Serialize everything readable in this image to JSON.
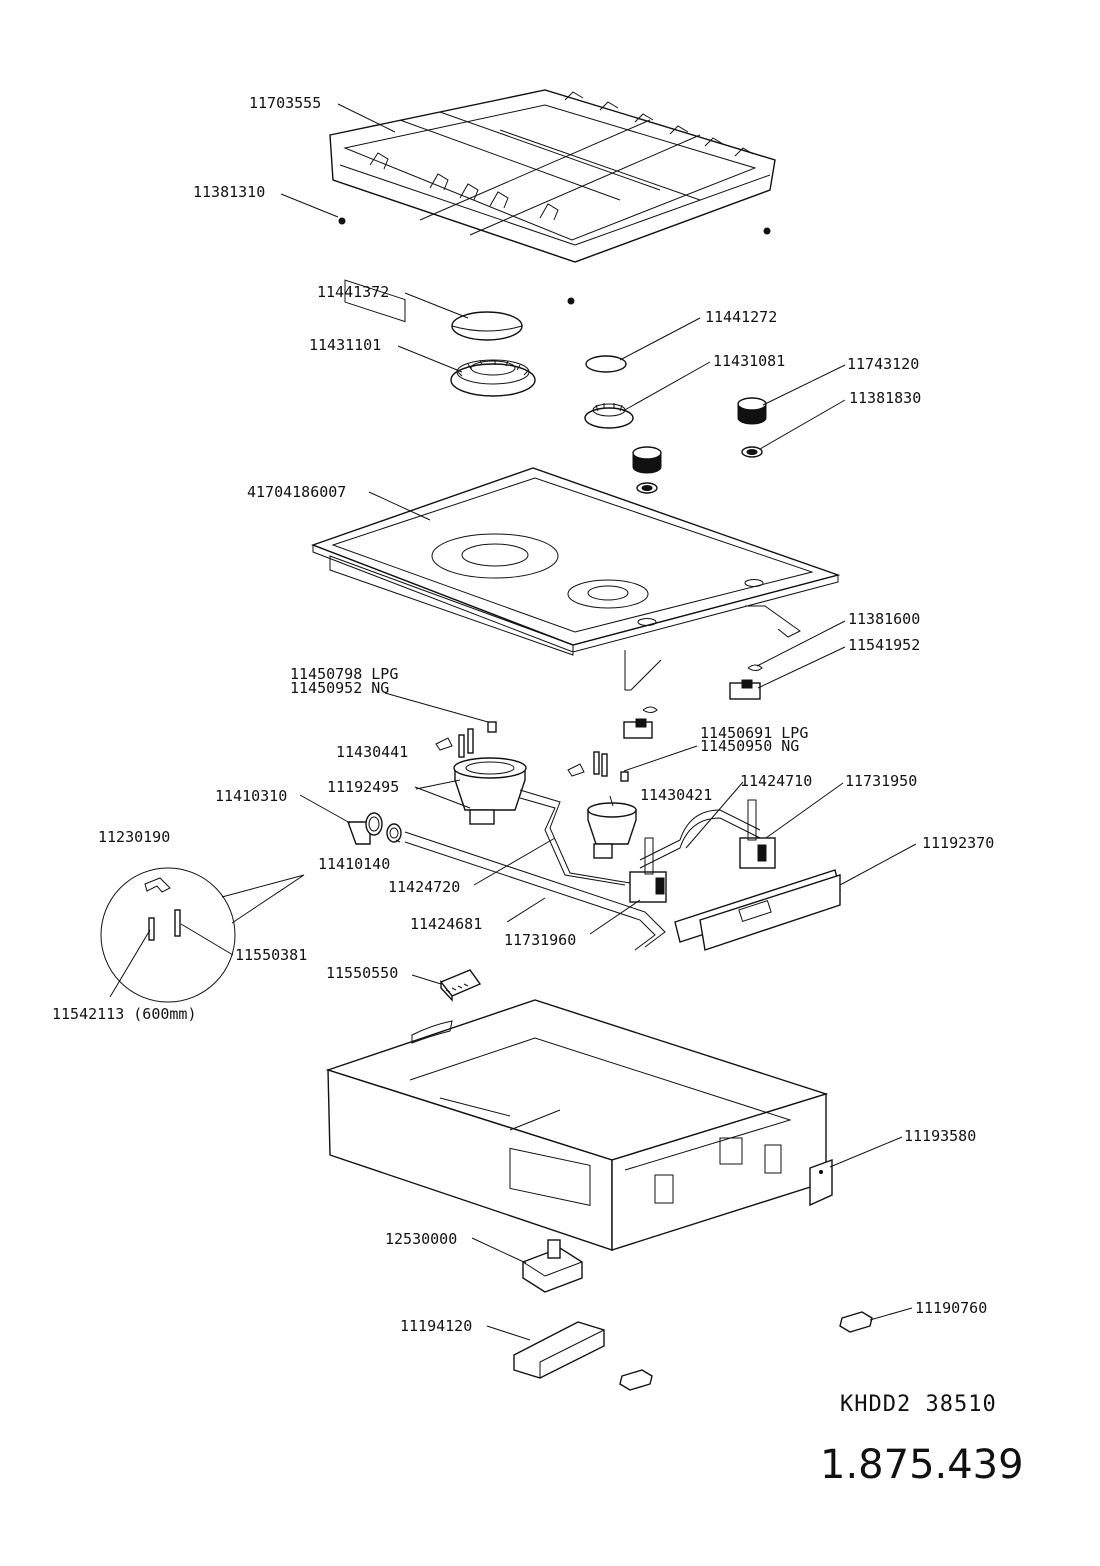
{
  "parts": {
    "p11703555": "11703555",
    "p11381310": "11381310",
    "p11441372": "11441372",
    "p11441272": "11441272",
    "p11431101": "11431101",
    "p11431081": "11431081",
    "p11743120": "11743120",
    "p11381830": "11381830",
    "p41704186007": "41704186007",
    "p11381600": "11381600",
    "p11541952": "11541952",
    "p11450798": "11450798 LPG",
    "p11450952": "11450952 NG",
    "p11450691": "11450691 LPG",
    "p11450950": "11450950 NG",
    "p11430441": "11430441",
    "p11192495": "11192495",
    "p11430421": "11430421",
    "p11424710": "11424710",
    "p11731950": "11731950",
    "p11410310": "11410310",
    "p11230190": "11230190",
    "p11410140": "11410140",
    "p11192370": "11192370",
    "p11424720": "11424720",
    "p11424681": "11424681",
    "p11731960": "11731960",
    "p11550381": "11550381",
    "p11550550": "11550550",
    "p11542113": "11542113 (600mm)",
    "p11193580": "11193580",
    "p12530000": "12530000",
    "p11190760": "11190760",
    "p11194120": "11194120"
  },
  "model_code": "KHDD2 38510",
  "drawing_number": "1.875.439"
}
